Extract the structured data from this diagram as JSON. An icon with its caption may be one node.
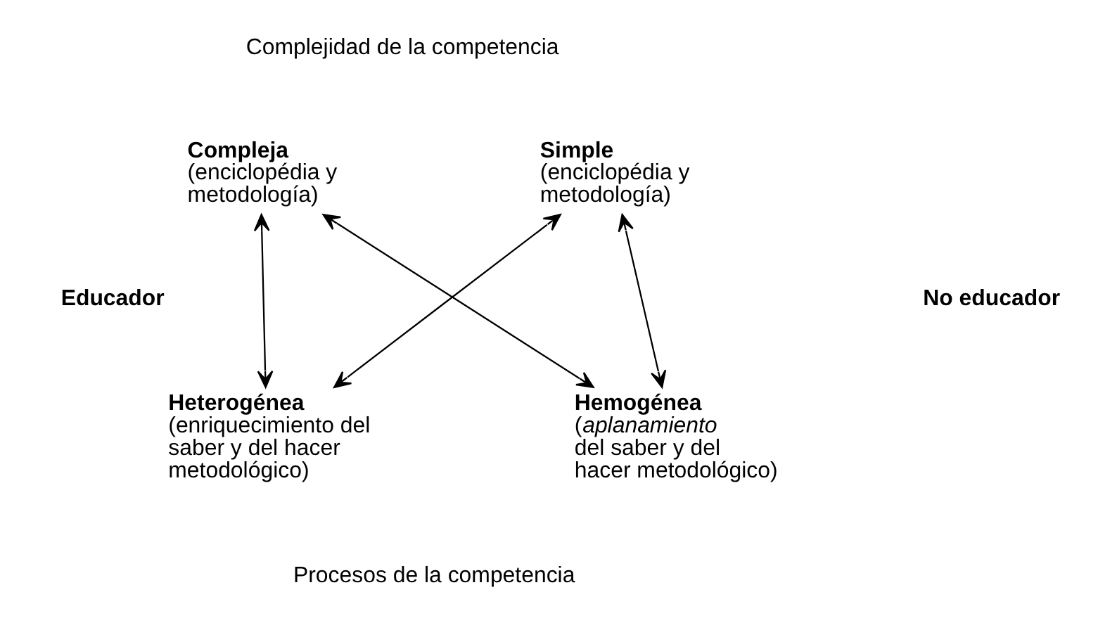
{
  "diagram": {
    "nodes": [
      {
        "text": [
          "Compleja",
          "(enciclopédia y metodología)"
        ]
      },
      {
        "text": [
          "Simple",
          "(enciclopédia y metodología)"
        ]
      },
      {
        "text": [
          "Heterogénea",
          "(enriquecimiento del saber y del hacer metodológico)"
        ]
      },
      {
        "text": [
          "Hemogénea",
          "(*aplanamiento* del saber y del hacer metodológico)"
        ]
      }
    ],
    "edges": [
      {
        "from": 0,
        "to": 2,
        "arrow": "both"
      },
      {
        "from": 0,
        "to": 3,
        "arrow": "both"
      },
      {
        "from": 1,
        "to": 2,
        "arrow": "both"
      },
      {
        "from": 1,
        "to": 3,
        "arrow": "both"
      }
    ],
    "labels": [
      "Complejidad de la competencia",
      "Educador",
      "No educador",
      "Procesos de la competencia"
    ]
  }
}
